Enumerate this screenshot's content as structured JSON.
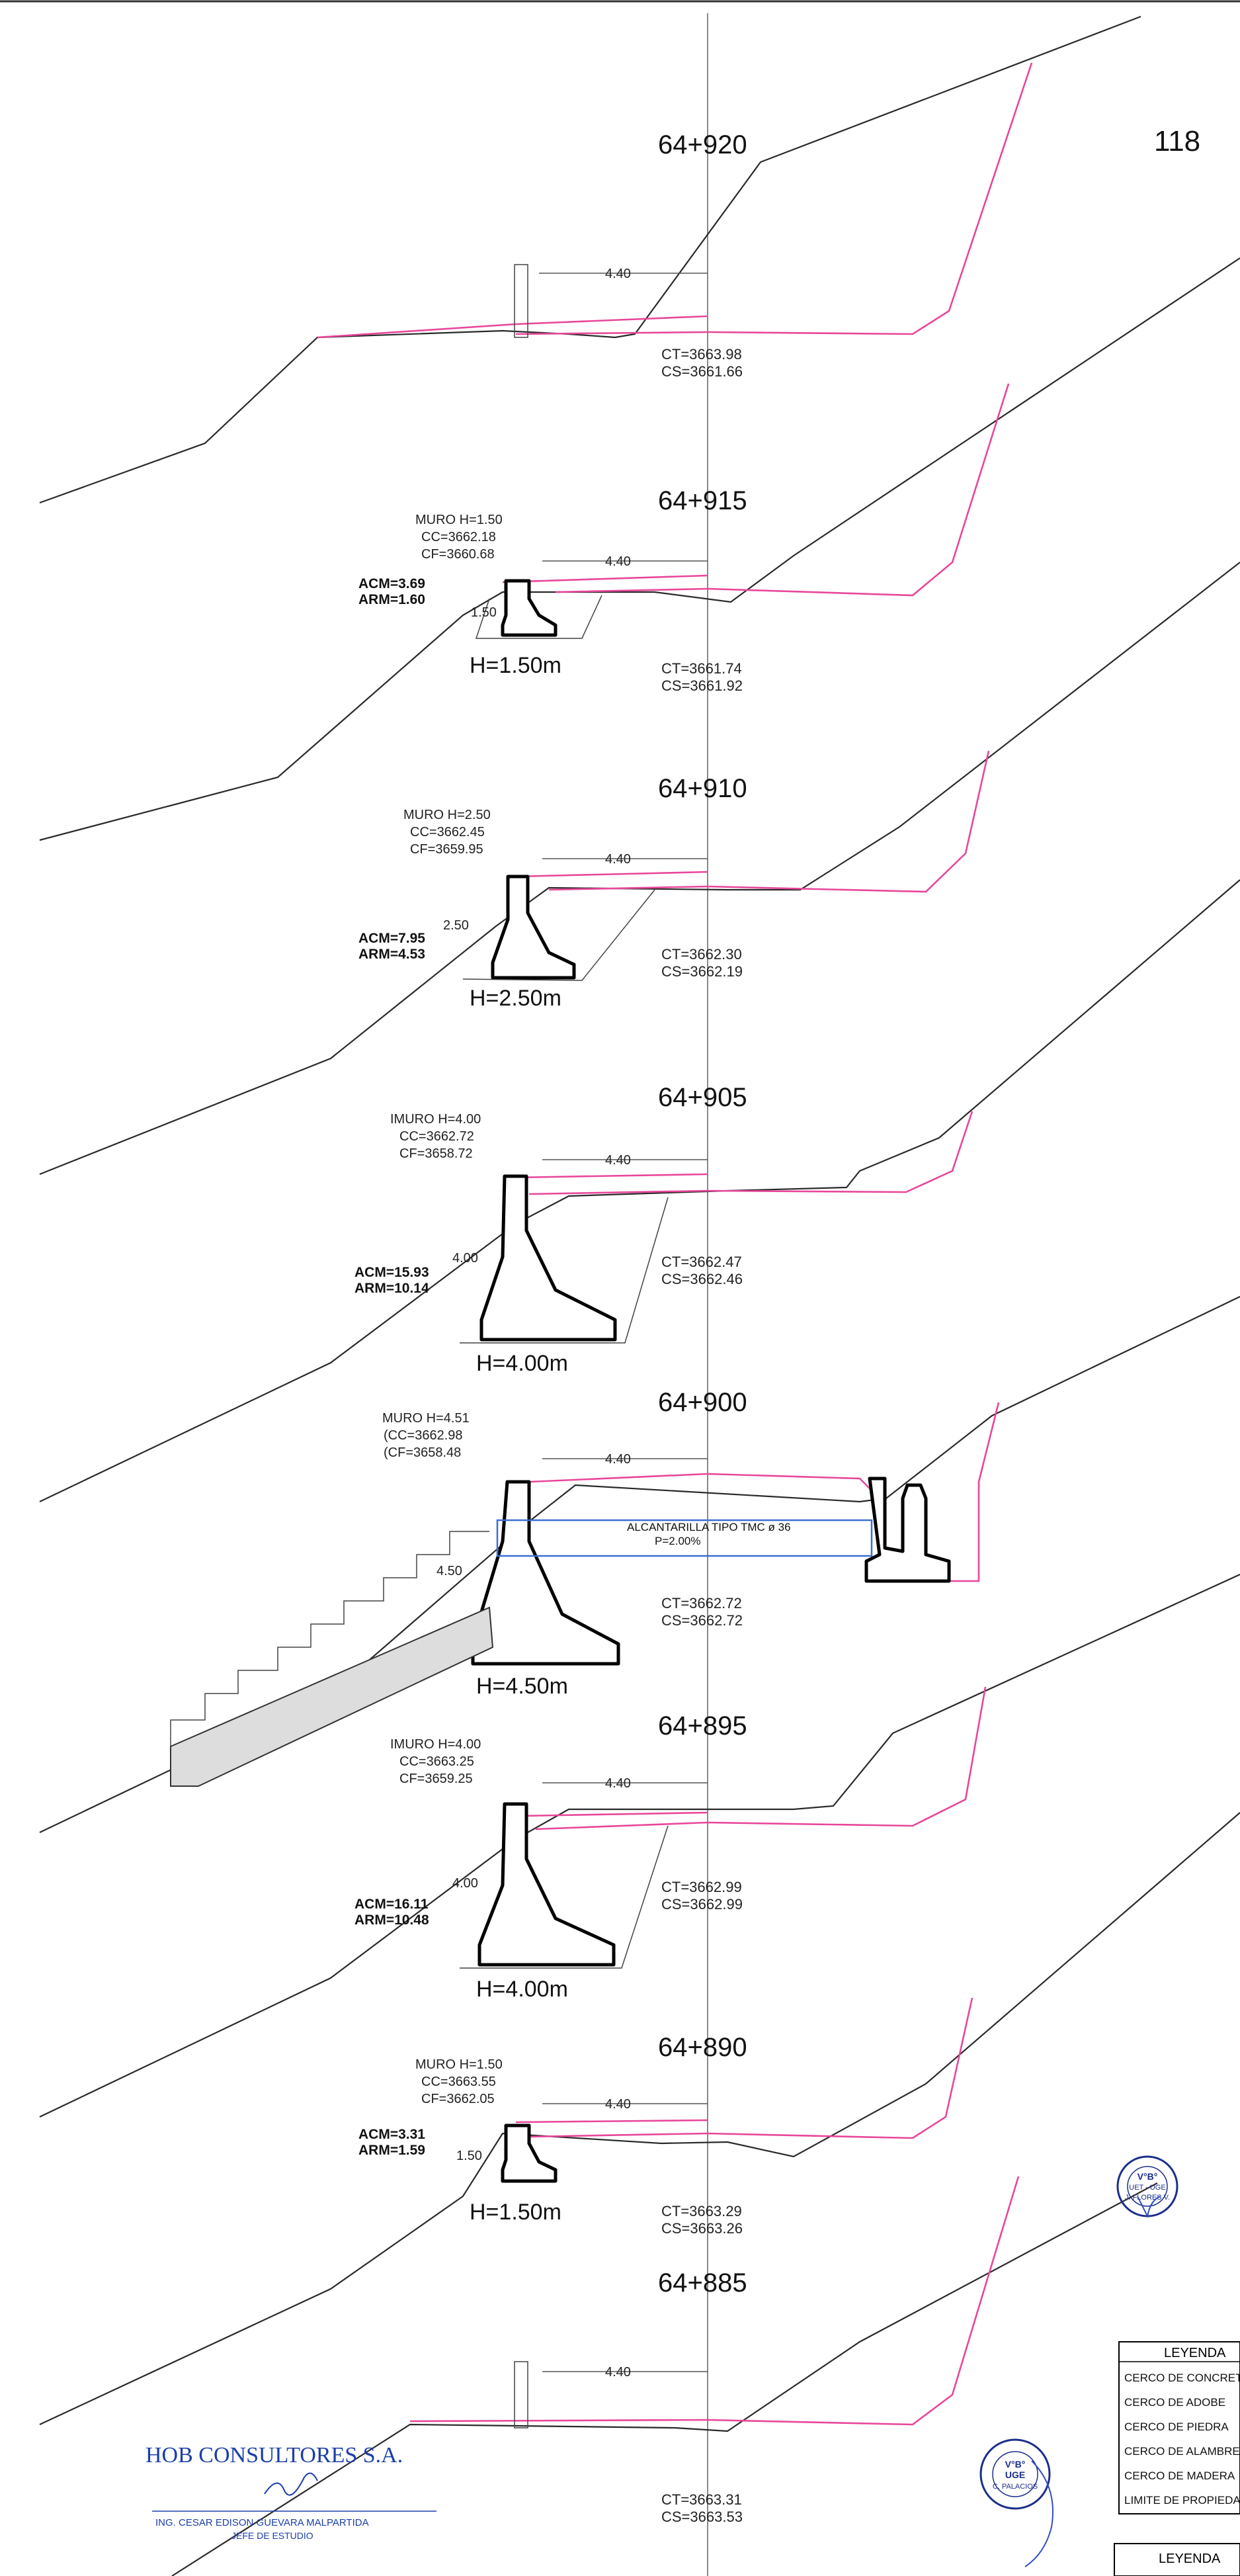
{
  "sheet_number": "118",
  "sections": [
    {
      "station": "64+920",
      "ct": "CT=3663.98",
      "cs": "CS=3661.66",
      "offset": "4.40"
    },
    {
      "station": "64+915",
      "ct": "CT=3661.74",
      "cs": "CS=3661.92",
      "offset": "4.40",
      "wall_title": "MURO  H=1.50",
      "cc": "CC=3662.18",
      "cf": "CF=3660.68",
      "acm": "ACM=3.69",
      "arm": "ARM=1.60",
      "height_dim": "1.50",
      "height_label": "H=1.50m"
    },
    {
      "station": "64+910",
      "ct": "CT=3662.30",
      "cs": "CS=3662.19",
      "offset": "4.40",
      "wall_title": "MURO  H=2.50",
      "cc": "CC=3662.45",
      "cf": "CF=3659.95",
      "acm": "ACM=7.95",
      "arm": "ARM=4.53",
      "height_dim": "2.50",
      "height_label": "H=2.50m"
    },
    {
      "station": "64+905",
      "ct": "CT=3662.47",
      "cs": "CS=3662.46",
      "offset": "4.40",
      "wall_title": "IMURO  H=4.00",
      "cc": "CC=3662.72",
      "cf": "CF=3658.72",
      "acm": "ACM=15.93",
      "arm": "ARM=10.14",
      "height_dim": "4.00",
      "height_label": "H=4.00m"
    },
    {
      "station": "64+900",
      "ct": "CT=3662.72",
      "cs": "CS=3662.72",
      "offset": "4.40",
      "wall_title": "MURO  H=4.51",
      "cc": "(CC=3662.98",
      "cf": "(CF=3658.48",
      "height_dim": "4.50",
      "height_label": "H=4.50m",
      "culvert": "ALCANTARILLA  TIPO TMC  ø 36",
      "culvert_slope": "P=2.00%"
    },
    {
      "station": "64+895",
      "ct": "CT=3662.99",
      "cs": "CS=3662.99",
      "offset": "4.40",
      "wall_title": "IMURO  H=4.00",
      "cc": "CC=3663.25",
      "cf": "CF=3659.25",
      "acm": "ACM=16.11",
      "arm": "ARM=10.48",
      "height_dim": "4.00",
      "height_label": "H=4.00m"
    },
    {
      "station": "64+890",
      "ct": "CT=3663.29",
      "cs": "CS=3663.26",
      "offset": "4.40",
      "wall_title": "MURO  H=1.50",
      "cc": "CC=3663.55",
      "cf": "CF=3662.05",
      "acm": "ACM=3.31",
      "arm": "ARM=1.59",
      "height_dim": "1.50",
      "height_label": "H=1.50m"
    },
    {
      "station": "64+885",
      "ct": "CT=3663.31",
      "cs": "CS=3663.53",
      "offset": "4.40"
    }
  ],
  "legend": {
    "title": "LEYENDA",
    "items": [
      "CERCO  DE  CONCRET",
      "CERCO  DE  ADOBE",
      "CERCO  DE  PIEDRA",
      "CERCO  DE  ALAMBRE",
      "CERCO  DE  MADERA",
      "LIMITE  DE  PROPIEDA"
    ],
    "title2": "LEYENDA"
  },
  "stamp_right": {
    "lines": [
      "V°B°",
      "UET - UGE",
      "J. FLORES V."
    ]
  },
  "stamp_bottom": {
    "lines": [
      "V°B°",
      "UGE",
      "C. PALACIOS"
    ]
  },
  "company": {
    "name": "HOB CONSULTORES S.A.",
    "engineer": "ING. CESAR EDISON GUEVARA MALPARTIDA",
    "role": "JEFE DE ESTUDIO"
  },
  "colors": {
    "proposed": "#e8479a",
    "ground": "#2a2a2a",
    "culvert": "#3b6fd4",
    "wall": "#000000"
  }
}
